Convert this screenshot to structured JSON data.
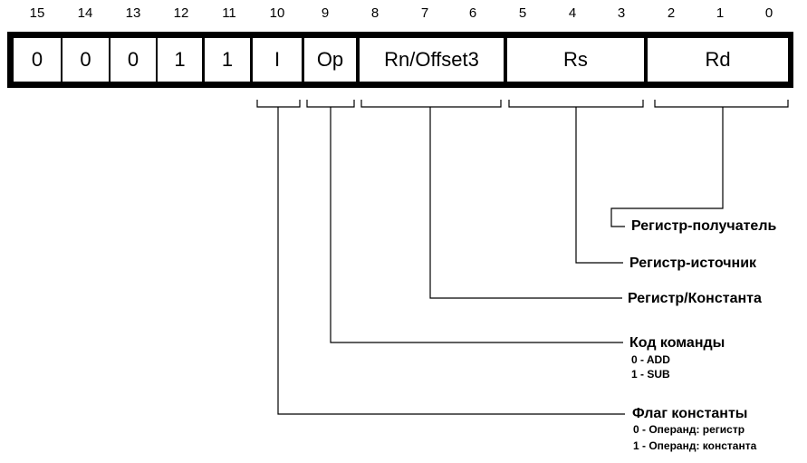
{
  "bit_numbers": [
    "15",
    "14",
    "13",
    "12",
    "11",
    "10",
    "9",
    "8",
    "7",
    "6",
    "5",
    "4",
    "3",
    "2",
    "1",
    "0"
  ],
  "fields": [
    {
      "text": "0"
    },
    {
      "text": "0"
    },
    {
      "text": "0"
    },
    {
      "text": "1"
    },
    {
      "text": "1"
    },
    {
      "text": "I"
    },
    {
      "text": "Op"
    },
    {
      "text": "Rn/Offset3"
    },
    {
      "text": "Rs"
    },
    {
      "text": "Rd"
    }
  ],
  "labels": {
    "rd": {
      "title": "Регистр-получатель"
    },
    "rs": {
      "title": "Регистр-источник"
    },
    "rn": {
      "title": "Регистр/Константа"
    },
    "op": {
      "title": "Код команды",
      "lines": [
        "0 - ADD",
        "1 - SUB"
      ]
    },
    "i": {
      "title": "Флаг константы",
      "lines": [
        "0 - Операнд: регистр",
        "1 - Операнд: константа"
      ]
    }
  }
}
